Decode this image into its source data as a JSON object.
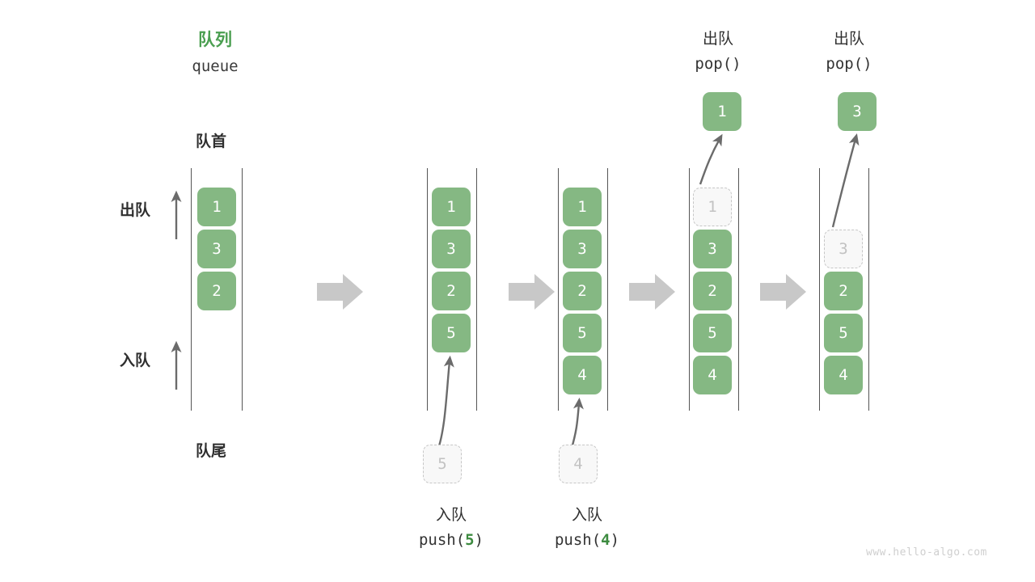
{
  "diagram": {
    "title_cjk": "队列",
    "title_en": "queue",
    "head_label": "队首",
    "tail_label": "队尾",
    "dequeue_label": "出队",
    "enqueue_label": "入队",
    "watermark": "www.hello-algo.com",
    "colors": {
      "green_fill": "#85b883",
      "green_text": "#3d8b40",
      "title_green": "#4a9e50",
      "ghost_fill": "#f8f8f8",
      "ghost_border": "#c6c6c6",
      "ghost_text": "#c2c2c2",
      "rail": "#555555",
      "arrow_gray": "#6b6b6b",
      "step_arrow": "#c8c8c8",
      "watermark": "#cfcfcf"
    }
  },
  "columns": [
    {
      "id": "initial",
      "items": [
        "1",
        "3",
        "2"
      ],
      "ghost_index": -1,
      "op_cjk": "",
      "op_call_prefix": "",
      "op_call_value": "",
      "op_call_suffix": "",
      "popped_value": ""
    },
    {
      "id": "push-5",
      "items": [
        "1",
        "3",
        "2",
        "5"
      ],
      "ghost_index": -1,
      "op_cjk": "入队",
      "op_call_prefix": "push(",
      "op_call_value": "5",
      "op_call_suffix": ")",
      "incoming_value": "5",
      "popped_value": ""
    },
    {
      "id": "push-4",
      "items": [
        "1",
        "3",
        "2",
        "5",
        "4"
      ],
      "ghost_index": -1,
      "op_cjk": "入队",
      "op_call_prefix": "push(",
      "op_call_value": "4",
      "op_call_suffix": ")",
      "incoming_value": "4",
      "popped_value": ""
    },
    {
      "id": "pop-1",
      "items": [
        "1",
        "3",
        "2",
        "5",
        "4"
      ],
      "ghost_index": 0,
      "op_cjk": "出队",
      "op_call_prefix": "pop(",
      "op_call_value": "",
      "op_call_suffix": ")",
      "popped_value": "1"
    },
    {
      "id": "pop-3",
      "items": [
        "3",
        "2",
        "5",
        "4"
      ],
      "ghost_index": 0,
      "op_cjk": "出队",
      "op_call_prefix": "pop(",
      "op_call_value": "",
      "op_call_suffix": ")",
      "popped_value": "3"
    }
  ]
}
